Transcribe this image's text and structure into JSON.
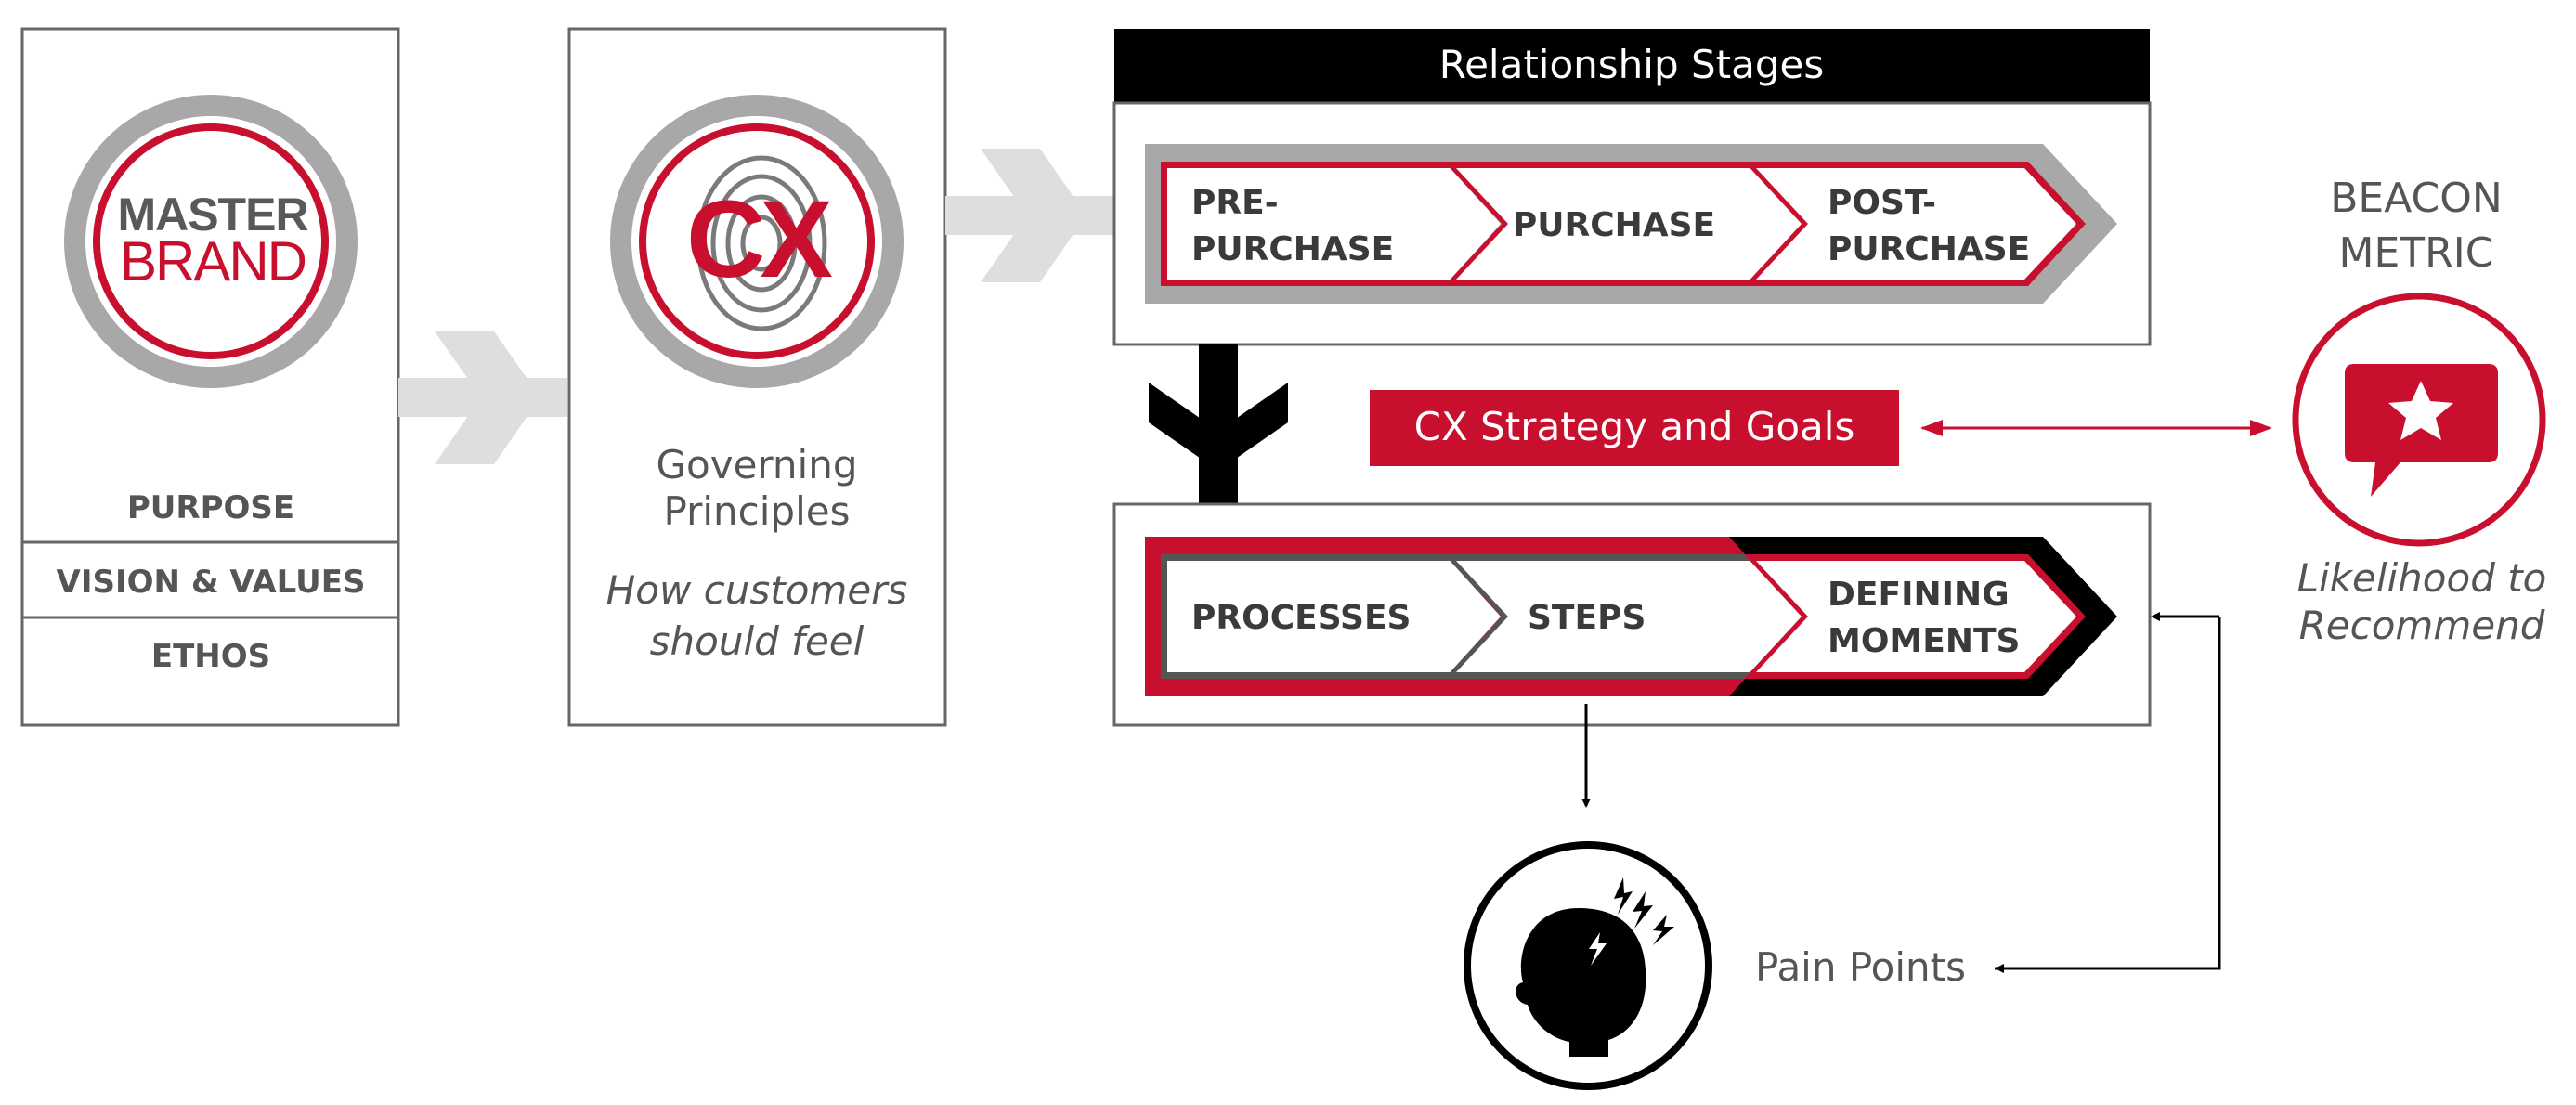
{
  "master_brand": {
    "logo_line1": "MASTER",
    "logo_line2": "BRAND",
    "purpose": "PURPOSE",
    "vision_values": "VISION & VALUES",
    "ethos": "ETHOS"
  },
  "governing": {
    "logo": "CX",
    "title_line1": "Governing",
    "title_line2": "Principles",
    "subtitle_line1": "How customers",
    "subtitle_line2": "should feel"
  },
  "relationship": {
    "header": "Relationship Stages",
    "stages": [
      {
        "line1": "PRE-",
        "line2": "PURCHASE"
      },
      {
        "line1": "PURCHASE",
        "line2": ""
      },
      {
        "line1": "POST-",
        "line2": "PURCHASE"
      }
    ]
  },
  "strategy": {
    "label": "CX Strategy and Goals"
  },
  "journey": {
    "items": [
      {
        "line1": "PROCESSES",
        "line2": ""
      },
      {
        "line1": "STEPS",
        "line2": ""
      },
      {
        "line1": "DEFINING",
        "line2": "MOMENTS"
      }
    ]
  },
  "beacon": {
    "title_line1": "BEACON",
    "title_line2": "METRIC",
    "subtitle_line1": "Likelihood to",
    "subtitle_line2": "Recommend"
  },
  "pain": {
    "label": "Pain Points"
  },
  "icons": {
    "brand_logo": "master-brand-logo",
    "cx_logo": "cx-fingerprint-logo",
    "beacon": "star-speech-bubble-icon",
    "pain": "head-pain-icon"
  },
  "colors": {
    "red": "#c8102e",
    "black": "#000000",
    "grey": "#a8a8a8",
    "light_grey": "#dedede"
  }
}
